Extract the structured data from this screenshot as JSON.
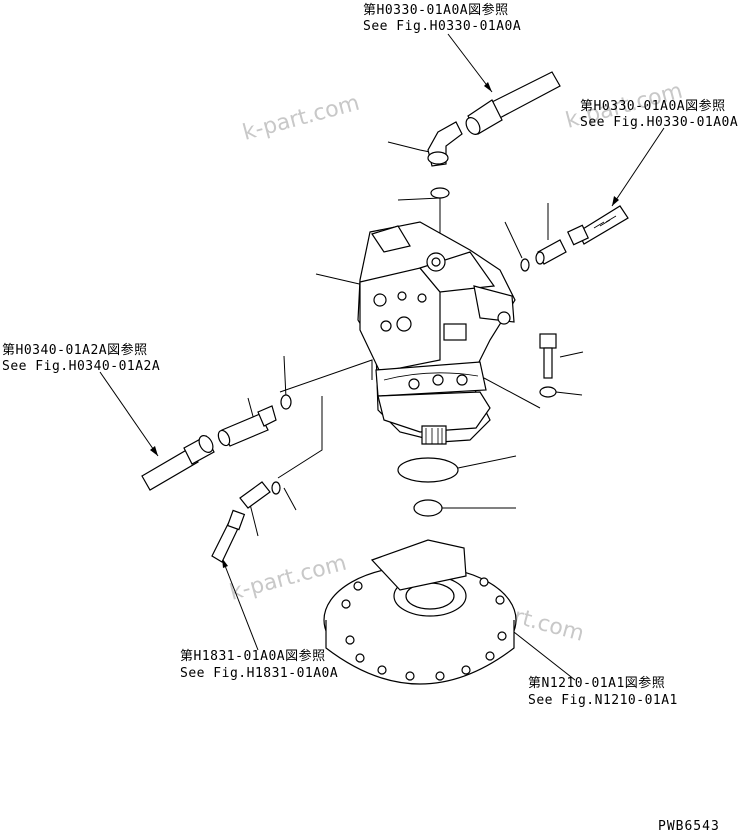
{
  "references": [
    {
      "id": "ref-top",
      "jp": "第H0330-01A0A図参照",
      "en": "See Fig.H0330-01A0A"
    },
    {
      "id": "ref-right",
      "jp": "第H0330-01A0A図参照",
      "en": "See Fig.H0330-01A0A"
    },
    {
      "id": "ref-left",
      "jp": "第H0340-01A2A図参照",
      "en": "See Fig.H0340-01A2A"
    },
    {
      "id": "ref-bottom-left",
      "jp": "第H1831-01A0A図参照",
      "en": "See Fig.H1831-01A0A"
    },
    {
      "id": "ref-bottom-right",
      "jp": "第N1210-01A1図参照",
      "en": "See Fig.N1210-01A1"
    }
  ],
  "watermark": "k-part.com",
  "drawing_code": "PWB6543"
}
